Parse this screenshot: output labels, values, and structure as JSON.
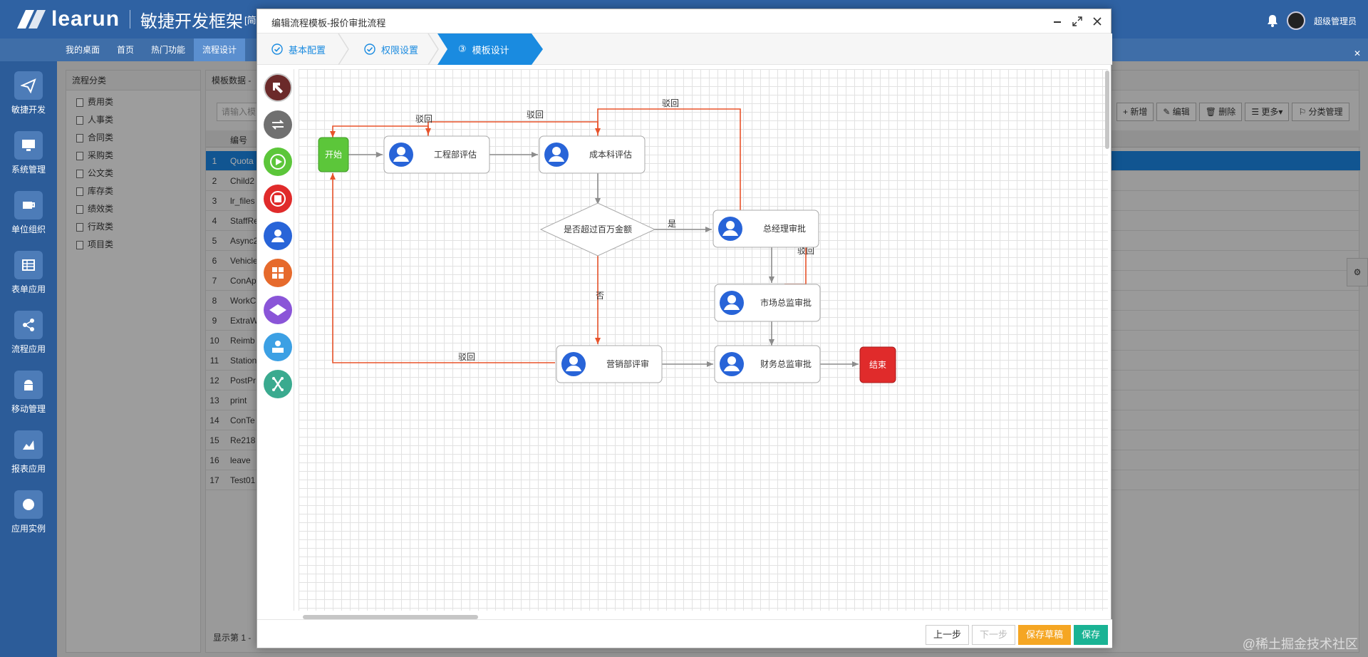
{
  "app": {
    "logo_name": "learun",
    "logo_subtitle": "敏捷开发框架",
    "logo_subtitle_tail": "[简",
    "user_name": "超级管理员"
  },
  "nav_tabs": [
    "我的桌面",
    "首页",
    "热门功能",
    "流程设计"
  ],
  "sidebar": [
    {
      "label": "敏捷开发",
      "icon": "paper-plane-icon"
    },
    {
      "label": "系统管理",
      "icon": "monitor-icon"
    },
    {
      "label": "单位组织",
      "icon": "coffee-icon"
    },
    {
      "label": "表单应用",
      "icon": "table-icon"
    },
    {
      "label": "流程应用",
      "icon": "share-icon"
    },
    {
      "label": "移动管理",
      "icon": "android-icon"
    },
    {
      "label": "报表应用",
      "icon": "area-chart-icon"
    },
    {
      "label": "应用实例",
      "icon": "globe-icon"
    }
  ],
  "tree": {
    "title": "流程分类",
    "items": [
      "费用类",
      "人事类",
      "合同类",
      "采购类",
      "公文类",
      "库存类",
      "绩效类",
      "行政类",
      "项目类"
    ]
  },
  "grid": {
    "title": "模板数据 -",
    "search_placeholder": "请输入模",
    "column": "编号",
    "rows": [
      "Quota",
      "Child2",
      "lr_files",
      "StaffRe",
      "Async2",
      "Vehicle",
      "ConAp",
      "WorkC",
      "ExtraW",
      "Reimb",
      "Station",
      "PostPr",
      "print",
      "ConTe",
      "Re218",
      "leave",
      "Test01"
    ],
    "buttons": [
      "+ 新增",
      "✎ 编辑",
      "🗑 删除",
      "☰ 更多▾",
      "⚐ 分类管理"
    ],
    "footer": "显示第 1 -"
  },
  "modal": {
    "title": "编辑流程模板-报价审批流程",
    "steps": [
      {
        "label": "基本配置",
        "mark": "✓"
      },
      {
        "label": "权限设置",
        "mark": "✓"
      },
      {
        "label": "模板设计",
        "mark": "③"
      }
    ],
    "tools": [
      {
        "icon": "pointer-arrow-icon",
        "color": "#6b2a2a"
      },
      {
        "icon": "connect-lines-icon",
        "color": "#707070"
      },
      {
        "icon": "start-node-icon",
        "color": "#5cc63a"
      },
      {
        "icon": "end-node-icon",
        "color": "#e02b2b"
      },
      {
        "icon": "user-node-icon",
        "color": "#2864d8"
      },
      {
        "icon": "grid-node-icon",
        "color": "#e66a2c"
      },
      {
        "icon": "condition-node-icon",
        "color": "#8a55d8"
      },
      {
        "icon": "person-desk-icon",
        "color": "#3ca0e4"
      },
      {
        "icon": "cross-node-icon",
        "color": "#3aaa8f"
      }
    ],
    "nodes": {
      "start": "开始",
      "eng": "工程部评估",
      "cost": "成本科评估",
      "decision": "是否超过百万金额",
      "gm": "总经理审批",
      "mkt": "市场总监审批",
      "sales": "营销部评审",
      "fin": "财务总监审批",
      "end": "结束"
    },
    "edge_labels": {
      "reject": "驳回",
      "yes": "是",
      "no": "否"
    },
    "buttons": {
      "prev": "上一步",
      "next": "下一步",
      "draft": "保存草稿",
      "save": "保存"
    }
  },
  "watermark": "@稀土掘金技术社区",
  "colors": {
    "accent": "#1a8be0",
    "reject_line": "#e8532b",
    "normal_line": "#8c8c8c"
  }
}
